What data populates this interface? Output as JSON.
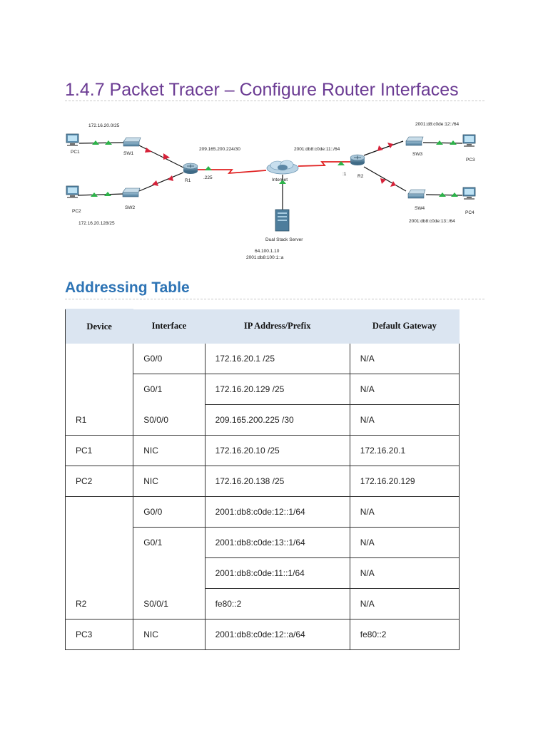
{
  "page": {
    "title": "1.4.7 Packet Tracer – Configure Router Interfaces",
    "section_heading": "Addressing Table"
  },
  "topology": {
    "networks": {
      "lan_pc1": "172.16.20.0/25",
      "lan_pc2": "172.16.20.128/25",
      "wan_r1": "209.165.200.224/30",
      "wan_r2": "2001:db8:c0de:11::/64",
      "lan_pc3": "2001:d8:c0de:12::/64",
      "lan_pc4": "2001:db8:c0de:13::/64"
    },
    "devices": {
      "pc1": "PC1",
      "pc2": "PC2",
      "pc3": "PC3",
      "pc4": "PC4",
      "sw1": "SW1",
      "sw2": "SW2",
      "sw3": "SW3",
      "sw4": "SW4",
      "r1": "R1",
      "r2": "R2",
      "internet": "Internet",
      "server": "Dual Stack Server"
    },
    "interface_labels": {
      "r1_serial": ".225",
      "r2_serial": ":1"
    },
    "server_addresses": {
      "ipv4": "64.100.1.10",
      "ipv6": "2001:db8:100:1::a"
    },
    "colors": {
      "lan_link": "#111111",
      "wan_link": "#e02020",
      "up_arrow": "#2db34a",
      "down_arrow": "#d6233a"
    }
  },
  "table": {
    "headers": {
      "device": "Device",
      "interface": "Interface",
      "ip": "IP Address/Prefix",
      "gateway": "Default Gateway"
    },
    "rows": [
      {
        "device": "",
        "interface": "G0/0",
        "ip": "172.16.20.1 /25",
        "gateway": "N/A"
      },
      {
        "device": "",
        "interface": "G0/1",
        "ip": "172.16.20.129 /25",
        "gateway": "N/A"
      },
      {
        "device": "R1",
        "interface": "S0/0/0",
        "ip": "209.165.200.225 /30",
        "gateway": "N/A"
      },
      {
        "device": "PC1",
        "interface": "NIC",
        "ip": "172.16.20.10 /25",
        "gateway": "172.16.20.1"
      },
      {
        "device": "PC2",
        "interface": "NIC",
        "ip": "172.16.20.138 /25",
        "gateway": "172.16.20.129"
      },
      {
        "device": "",
        "interface": "G0/0",
        "ip": "2001:db8:c0de:12::1/64",
        "gateway": "N/A"
      },
      {
        "device": "",
        "interface": "G0/1",
        "ip": "2001:db8:c0de:13::1/64",
        "gateway": "N/A"
      },
      {
        "device": "",
        "interface": "",
        "ip": "2001:db8:c0de:11::1/64",
        "gateway": "N/A"
      },
      {
        "device": "R2",
        "interface": "S0/0/1",
        "ip": "fe80::2",
        "gateway": "N/A"
      },
      {
        "device": "PC3",
        "interface": "NIC",
        "ip": "2001:db8:c0de:12::a/64",
        "gateway": "fe80::2"
      }
    ]
  }
}
